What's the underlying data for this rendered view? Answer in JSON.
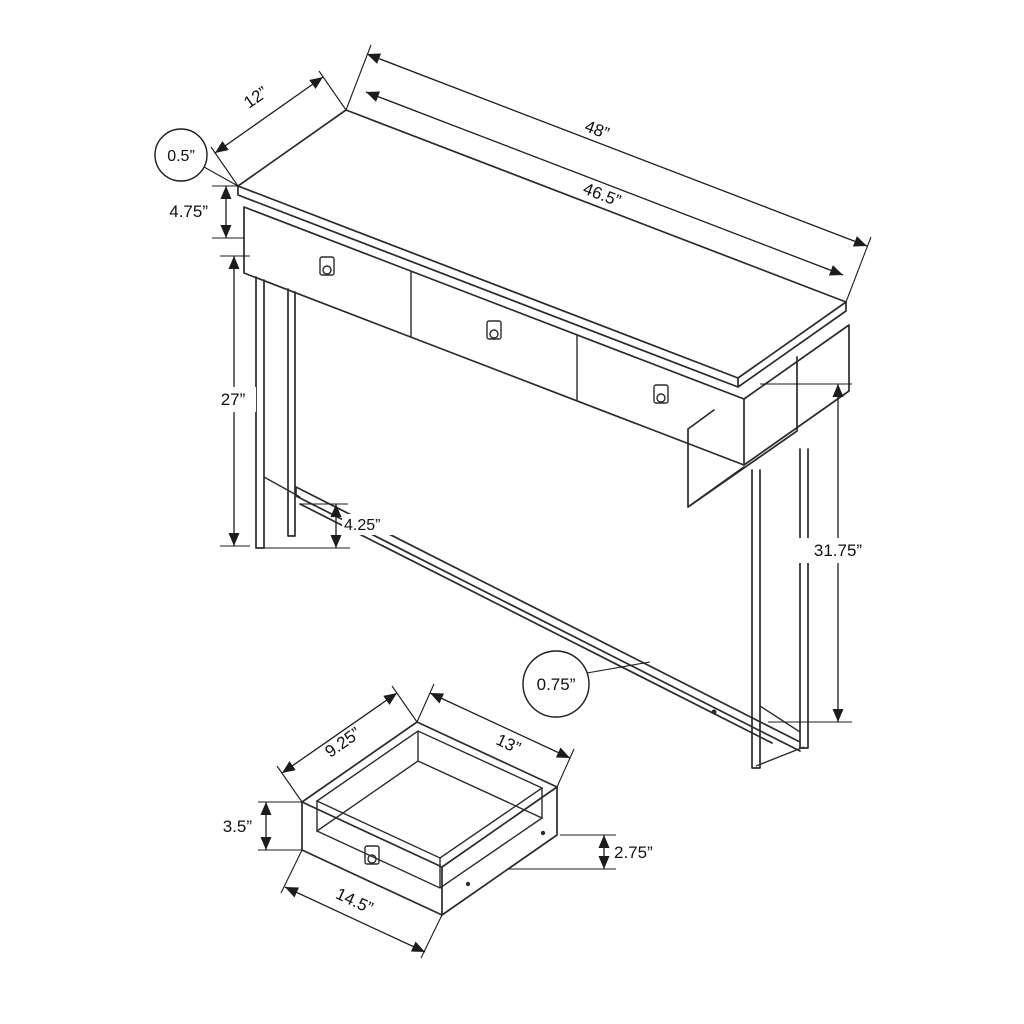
{
  "diagram": {
    "colors": {
      "line": "#2b2b2b",
      "dimension_line": "#1c1c1c",
      "background": "#ffffff"
    },
    "dimensions": {
      "top_thickness": "0.5”",
      "top_depth": "12”",
      "top_length": "48”",
      "top_inner_length": "46.5”",
      "apron_height": "4.75”",
      "leg_height": "27”",
      "stretcher_floor_gap": "4.25”",
      "overall_height": "31.75”",
      "stretcher_thickness": "0.75”",
      "drawer_inner_depth": "9.25”",
      "drawer_inner_width": "13”",
      "drawer_front_height": "3.5”",
      "drawer_side_height": "2.75”",
      "drawer_outer_width": "14.5”"
    }
  }
}
